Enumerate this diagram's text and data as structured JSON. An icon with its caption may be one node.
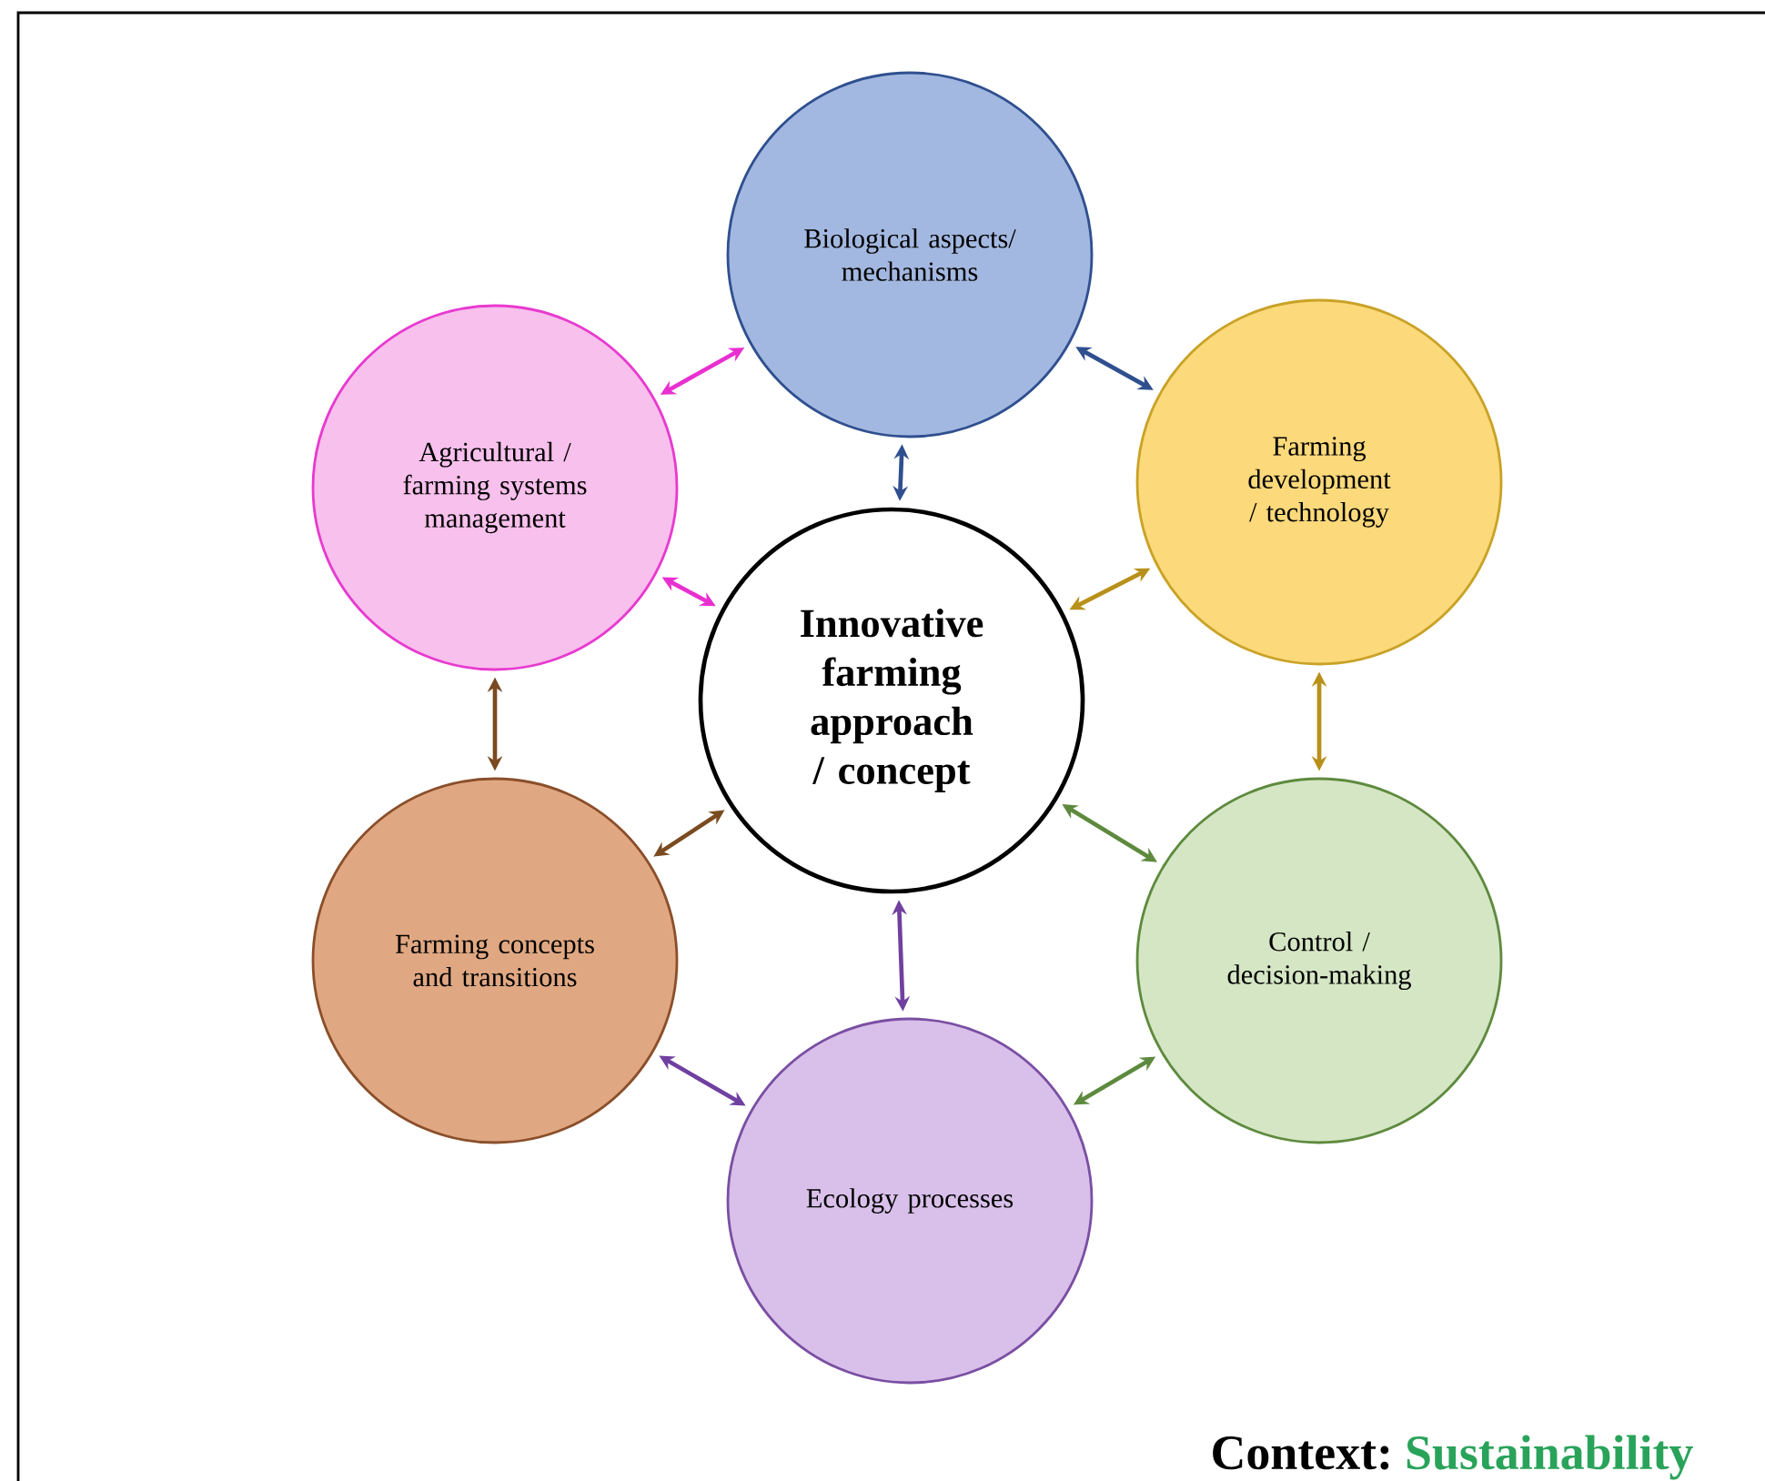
{
  "diagram": {
    "nodes": [
      {
        "text": [
          "Innovative farming approach / concept"
        ]
      },
      {
        "text": [
          "Biological aspects/ mechanisms"
        ]
      },
      {
        "text": [
          "Farming development / technology"
        ]
      },
      {
        "text": [
          "Control / decision-making"
        ]
      },
      {
        "text": [
          "Ecology processes"
        ]
      },
      {
        "text": [
          "Farming concepts and transitions"
        ]
      },
      {
        "text": [
          "Agricultural / farming systems management"
        ]
      }
    ],
    "edges": [
      {
        "from": 0,
        "to": 1,
        "arrow": "both",
        "color": "#2f4f8f"
      },
      {
        "from": 1,
        "to": 2,
        "arrow": "both",
        "color": "#2f4f8f"
      },
      {
        "from": 0,
        "to": 2,
        "arrow": "both",
        "color": "#b8901a"
      },
      {
        "from": 2,
        "to": 3,
        "arrow": "both",
        "color": "#b8901a"
      },
      {
        "from": 0,
        "to": 3,
        "arrow": "both",
        "color": "#5e8a3e"
      },
      {
        "from": 3,
        "to": 4,
        "arrow": "both",
        "color": "#5e8a3e"
      },
      {
        "from": 0,
        "to": 4,
        "arrow": "both",
        "color": "#7040a0"
      },
      {
        "from": 4,
        "to": 5,
        "arrow": "both",
        "color": "#7040a0"
      },
      {
        "from": 0,
        "to": 5,
        "arrow": "both",
        "color": "#7a4a20"
      },
      {
        "from": 5,
        "to": 6,
        "arrow": "both",
        "color": "#7a4a20"
      },
      {
        "from": 0,
        "to": 6,
        "arrow": "both",
        "color": "#e830d0"
      },
      {
        "from": 6,
        "to": 1,
        "arrow": "both",
        "color": "#e830d0"
      }
    ],
    "labels": [
      "Context:",
      "Sustainability"
    ]
  }
}
